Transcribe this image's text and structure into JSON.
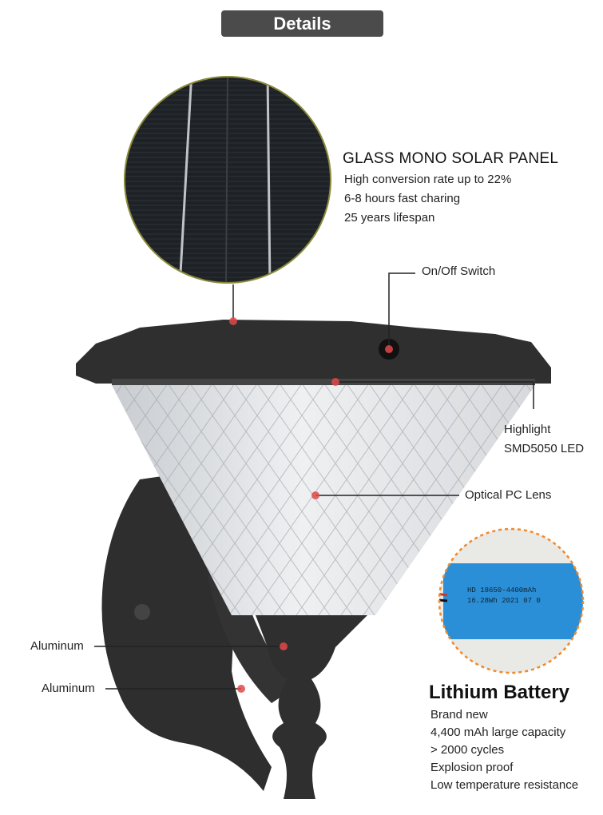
{
  "header": {
    "title": "Details"
  },
  "solar_panel": {
    "title": "GLASS MONO SOLAR PANEL",
    "features": [
      "High conversion rate up to 22%",
      "6-8 hours fast charing",
      "25 years lifespan"
    ]
  },
  "callouts": {
    "switch": "On/Off Switch",
    "led_line1": "Highlight",
    "led_line2": "SMD5050 LED",
    "lens": "Optical PC Lens",
    "aluminum_1": "Aluminum",
    "aluminum_2": "Aluminum"
  },
  "battery": {
    "title": "Lithium Battery",
    "label_line1": "HD 18650-4400mAh",
    "label_line2": "16.28Wh 2021 07 0",
    "features": [
      "Brand new",
      "4,400 mAh large capacity",
      "> 2000 cycles",
      "Explosion proof",
      "Low temperature resistance"
    ]
  },
  "colors": {
    "dark": "#2f2f2f",
    "dot": "#d33",
    "battery_blue": "#2a8fd6",
    "dash": "#f08a2a",
    "circle_border": "#8a8a3a"
  }
}
